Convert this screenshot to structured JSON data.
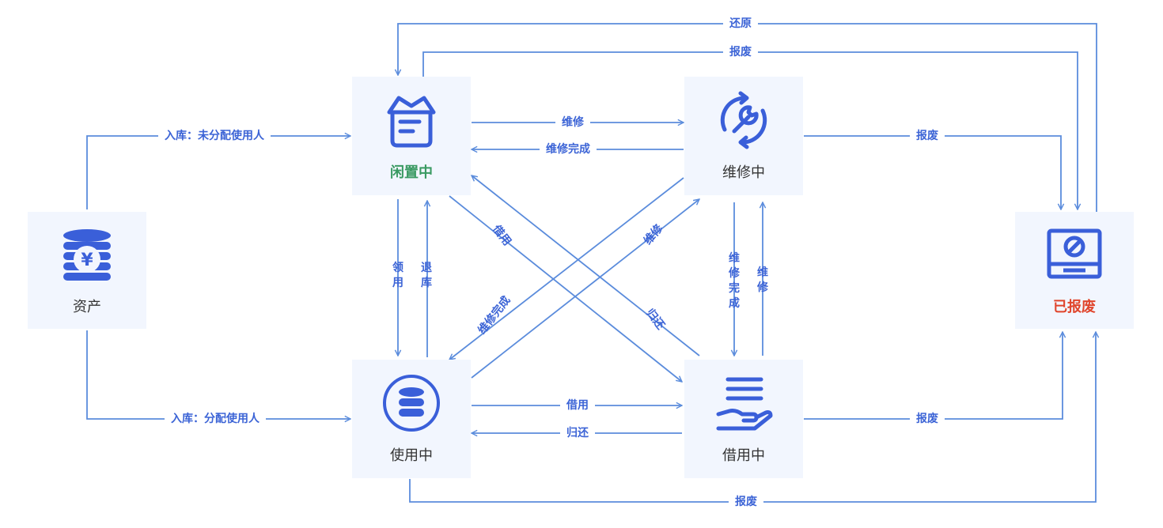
{
  "nodes": {
    "asset": "资产",
    "idle": "闲置中",
    "repair": "维修中",
    "in_use": "使用中",
    "borrowed": "借用中",
    "scrapped": "已报废"
  },
  "edges": {
    "restore": "还原",
    "scrap_idle": "报废",
    "stock_unassigned": "入库：未分配使用人",
    "stock_assigned": "入库：分配使用人",
    "idle_to_repair": "维修",
    "repair_to_idle": "维修完成",
    "repair_to_scrap": "报废",
    "claim": "领用",
    "return_stock": "退库",
    "idle_borrow": "借用",
    "repair_from_use": "维修",
    "repair_done_use": "维修完成",
    "return_idle": "归还",
    "repair_done_borrow": "维修完成",
    "repair_borrow": "维修",
    "use_borrow": "借用",
    "borrow_return": "归还",
    "borrow_scrap": "报废",
    "use_scrap": "报废"
  },
  "colors": {
    "edge": "#5b8cdc",
    "node_bg": "#f2f6fe",
    "icon": "#3a5fd9",
    "idle_label": "#3a9a62",
    "scrapped_label": "#e0452c"
  },
  "icons": {
    "asset": "yuan-coin-stack-icon",
    "idle": "open-box-icon",
    "repair": "wrench-cycle-icon",
    "in_use": "database-icon",
    "borrowed": "hand-list-icon",
    "scrapped": "disabled-monitor-icon"
  }
}
